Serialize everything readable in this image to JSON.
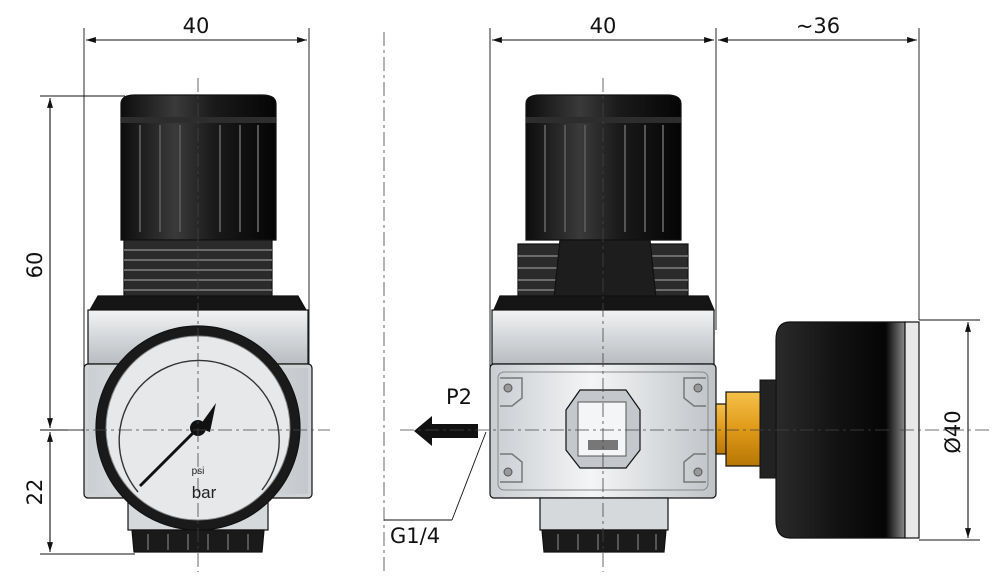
{
  "drawing": {
    "front_view": {
      "width_dim": "40",
      "height_upper_dim": "60",
      "height_lower_dim": "22",
      "gauge_unit_primary": "bar",
      "gauge_unit_secondary": "psi"
    },
    "side_view": {
      "width_dim": "40",
      "gauge_offset_dim": "~36",
      "gauge_diameter_dim": "Ø40",
      "port_label": "P2",
      "thread_label": "G1/4"
    },
    "colors": {
      "knob": "#1c1c1c",
      "body": "#d9dcdf",
      "fitting": "#e0a020",
      "background": "#ffffff"
    }
  }
}
